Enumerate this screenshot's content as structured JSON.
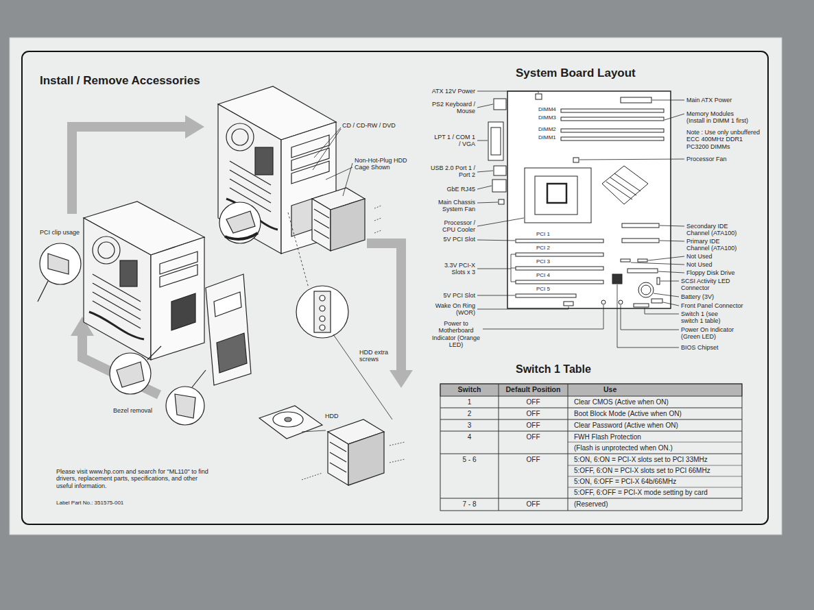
{
  "diagram": {
    "nodes": [
      {
        "text": [
          "DIMM4",
          "DIMM3",
          "DIMM2",
          "DIMM1",
          "PCI 1",
          "PCI 2",
          "PCI 3",
          "PCI 4",
          "PCI 5"
        ]
      }
    ],
    "labels": [
      "Install / Remove Accessories",
      "CD / CD-RW / DVD",
      "Non-Hot-Plug HDD Cage Shown",
      "PCI clip usage",
      "HDD extra screws",
      "Bezel removal",
      "HDD",
      "Please visit www.hp.com and search for \"ML110\" to find drivers, replacement parts, specifications, and other useful information.",
      "Label Part No.: 351575-001",
      "System Board Layout",
      "ATX 12V Power",
      "PS2 Keyboard / Mouse",
      "LPT 1 / COM 1 / VGA",
      "USB 2.0 Port 1 / Port 2",
      "GbE RJ45",
      "Main Chassis System Fan",
      "Processor / CPU Cooler",
      "5V PCI Slot",
      "3.3V PCI-X Slots x 3",
      "5V PCI Slot",
      "Wake On Ring (WOR)",
      "Power to Motherboard Indicator (Orange LED)",
      "Main ATX Power",
      "Memory Modules (Install in DIMM 1 first)",
      "Note : Use only unbuffered ECC 400MHz DDR1 PC3200 DIMMs",
      "Processor Fan",
      "Secondary IDE Channel (ATA100)",
      "Primary IDE Channel (ATA100)",
      "Not Used",
      "Not Used",
      "Floppy Disk Drive",
      "SCSI Activity LED Connector",
      "Battery (3V)",
      "Front Panel Connector",
      "Switch 1 (see switch 1 table)",
      "Power On Indicator (Green LED)",
      "BIOS Chipset",
      "Switch 1 Table",
      "Switch",
      "Default Position",
      "Use",
      "1",
      "OFF",
      "Clear CMOS (Active when ON)",
      "2",
      "OFF",
      "Boot Block Mode (Active when ON)",
      "3",
      "OFF",
      "Clear Password (Active when ON)",
      "4",
      "OFF",
      "FWH Flash Protection",
      "(Flash is unprotected when ON.)",
      "5 - 6",
      "OFF",
      "5:ON, 6:ON = PCI-X slots set to PCI 33MHz",
      "5:OFF, 6:ON = PCI-X slots set to PCI 66MHz",
      "5:ON, 6:OFF = PCI-X 64b/66MHz",
      "5:OFF, 6:OFF = PCI-X mode setting by card",
      "7 - 8",
      "OFF",
      "(Reserved)"
    ]
  }
}
